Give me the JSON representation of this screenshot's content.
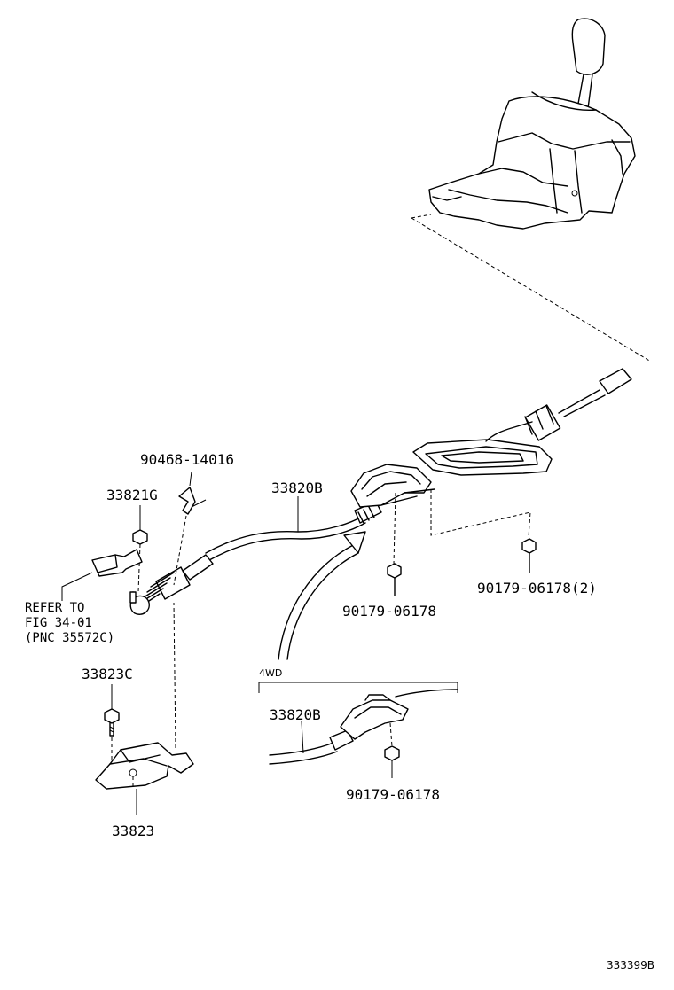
{
  "labels": {
    "clip": "90468-14016",
    "nut_g": "33821G",
    "cable": "33820B",
    "refer": [
      "REFER TO",
      "FIG 34-01",
      "(PNC 35572C)"
    ],
    "nut_1": "90179-06178",
    "nut_2": "90179-06178(2)",
    "bolt_c": "33823C",
    "bracket": "33823",
    "fourwd": "4WD",
    "cable_4wd": "33820B",
    "nut_4wd": "90179-06178",
    "figure_code": "333399B"
  },
  "colors": {
    "ink": "#000000",
    "paper": "#ffffff"
  }
}
